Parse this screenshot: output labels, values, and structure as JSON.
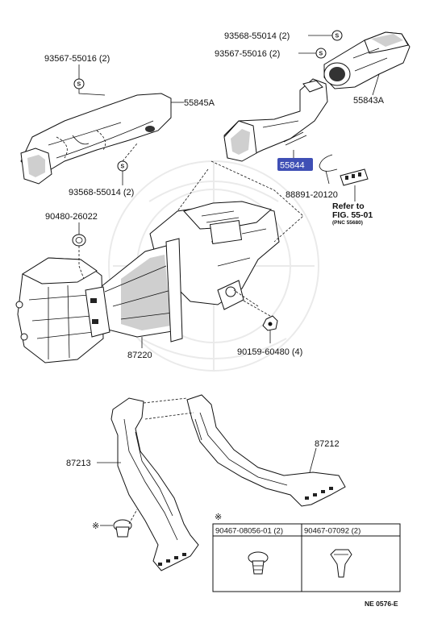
{
  "labels": {
    "p93568_55014_top": "93568-55014 (2)",
    "p93567_55016_top": "93567-55016 (2)",
    "p93567_55016_left": "93567-55016 (2)",
    "p55845A": "55845A",
    "p55843A": "55843A",
    "p55844": "55844",
    "p93568_55014_left": "93568-55014 (2)",
    "p88891_20120": "88891-20120",
    "p90480_26022": "90480-26022",
    "p87220": "87220",
    "p90159_60480": "90159-60480 (4)",
    "p87213": "87213",
    "p87212": "87212"
  },
  "reference": {
    "line1": "Refer to",
    "line2": "FIG. 55-01",
    "line3": "(PNC 55680)"
  },
  "marks": {
    "circle_symbol": "S",
    "asterisk": "※"
  },
  "table": {
    "columns": [
      "90467-08056-01 (2)",
      "90467-07092 (2)"
    ]
  },
  "footer": {
    "code": "NE 0576-E"
  },
  "colors": {
    "highlight": "#3f4fb5",
    "line": "#111111"
  }
}
